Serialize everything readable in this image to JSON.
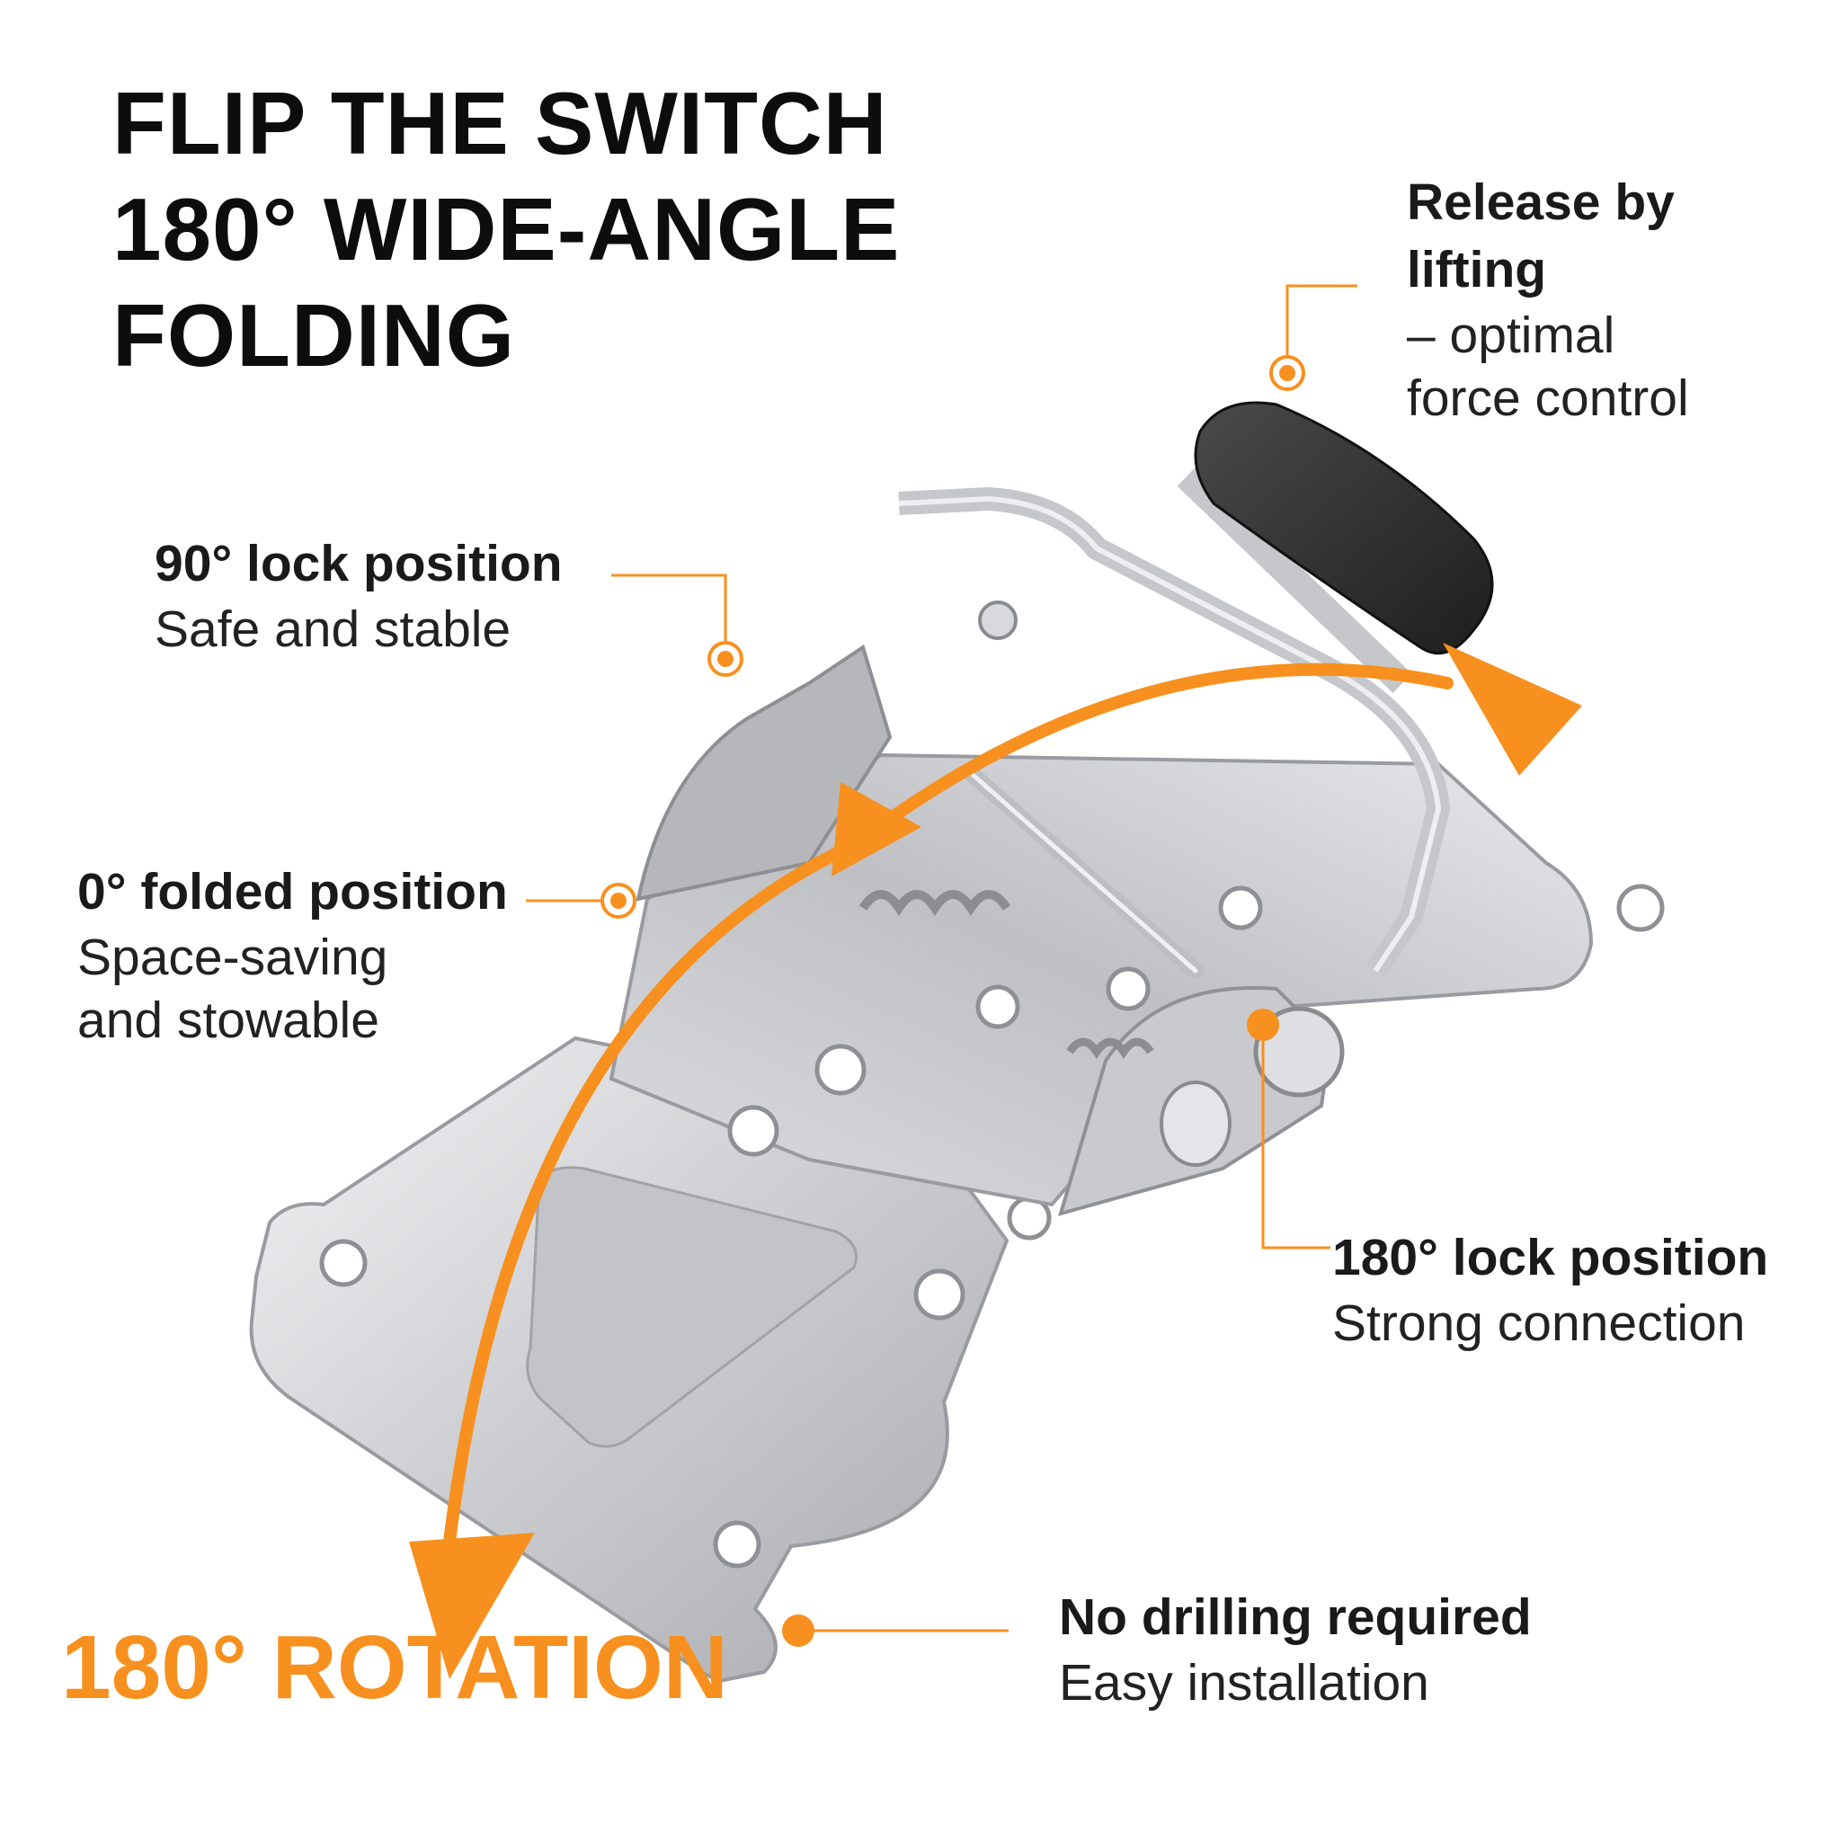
{
  "headline": {
    "line1": "FLIP THE SWITCH",
    "line2": "180° WIDE-ANGLE",
    "line3": "FOLDING"
  },
  "callouts": {
    "release": {
      "title1": "Release by",
      "title2": "lifting",
      "sub1": "– optimal",
      "sub2": "force control"
    },
    "lock90": {
      "title": "90° lock position",
      "sub": "Safe and stable"
    },
    "folded0": {
      "title": "0° folded position",
      "sub1": "Space-saving",
      "sub2": "and stowable"
    },
    "lock180": {
      "title": "180° lock position",
      "sub": "Strong connection"
    },
    "nodrill": {
      "title": "No drilling required",
      "sub": "Easy installation"
    }
  },
  "rotation_label": "180° ROTATION",
  "colors": {
    "accent": "#F7901E",
    "text": "#0d0d0d",
    "metal": "#d3d3d6",
    "rubber": "#2e2e2e"
  },
  "icons": {
    "rotation_arrow": "double-headed-curved-arrow-icon",
    "callout_marker": "target-dot-icon"
  }
}
